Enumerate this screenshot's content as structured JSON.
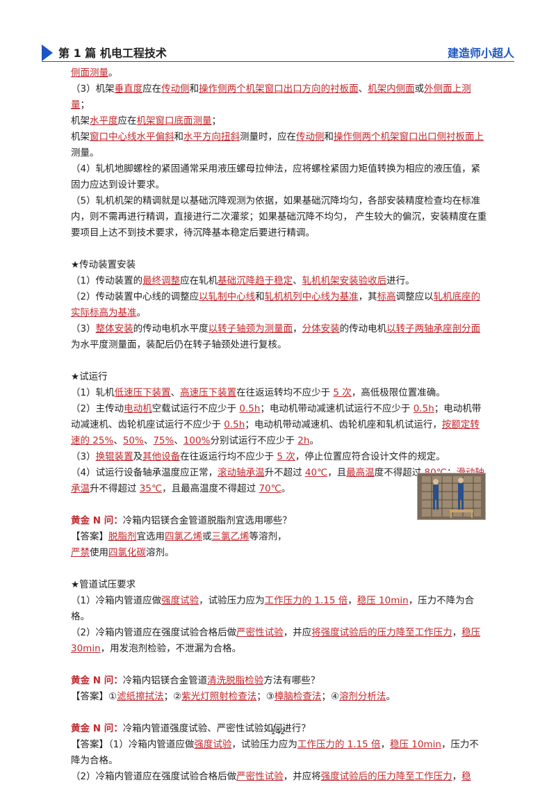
{
  "header": {
    "title": "第 1 篇  机电工程技术",
    "brand": "建造师小超人"
  },
  "blocks": [
    {
      "segs": [
        [
          "侧面测量",
          1
        ],
        [
          "。",
          0
        ]
      ]
    },
    {
      "segs": [
        [
          "（3）机架",
          0
        ],
        [
          "垂直度",
          1
        ],
        [
          "应在",
          0
        ],
        [
          "传动侧",
          1
        ],
        [
          "和",
          0
        ],
        [
          "操作侧两个机架窗口出口方向的衬板面",
          1
        ],
        [
          "、",
          0
        ],
        [
          "机架内侧面",
          1
        ],
        [
          "或",
          0
        ],
        [
          "外侧面上测量",
          1
        ],
        [
          "；",
          0
        ]
      ]
    },
    {
      "segs": [
        [
          "机架",
          0
        ],
        [
          "水平度",
          1
        ],
        [
          "应在",
          0
        ],
        [
          "机架窗口底面测量",
          1
        ],
        [
          "；",
          0
        ]
      ]
    },
    {
      "segs": [
        [
          "机架",
          0
        ],
        [
          "窗口中心线水平偏斜",
          1
        ],
        [
          "和",
          0
        ],
        [
          "水平方向扭斜",
          1
        ],
        [
          "测量时，应在",
          0
        ],
        [
          "传动侧",
          1
        ],
        [
          "和",
          0
        ],
        [
          "操作侧两个机架窗口出口侧衬板面上",
          1
        ],
        [
          "测量。",
          0
        ]
      ]
    },
    {
      "segs": [
        [
          "（4）轧机地脚螺栓的紧固通常采用液压螺母拉伸法，应将螺栓紧固力矩值转换为相应的液压值，紧固力应达到设计要求。",
          0
        ]
      ]
    },
    {
      "segs": [
        [
          "（5）轧机机架的精调就是以基础沉降观测为依据，如果基础沉降均匀，各部安装精度检查均在标准内，则不需再进行精调，直接进行二次灌浆；如果基础沉降不均匀，  产生较大的偏沉，安装精度在重要项目上达不到技术要求，待沉降基本稳定后要进行精调。",
          0
        ]
      ]
    },
    {
      "gap": true
    },
    {
      "segs": [
        [
          "★传动装置安装",
          0
        ]
      ]
    },
    {
      "segs": [
        [
          "（1）传动装置的",
          0
        ],
        [
          "最终调整",
          1
        ],
        [
          "应在轧机",
          0
        ],
        [
          "基础沉降趋于稳定",
          1
        ],
        [
          "、",
          0
        ],
        [
          "轧机机架安装验收后",
          1
        ],
        [
          "进行。",
          0
        ]
      ]
    },
    {
      "segs": [
        [
          "（2）传动装置中心线的调整应",
          0
        ],
        [
          "以轧制中心线",
          1
        ],
        [
          "和",
          0
        ],
        [
          "轧机机列中心线为基准",
          1
        ],
        [
          "，其",
          0
        ],
        [
          "标高",
          1
        ],
        [
          "调整应以",
          0
        ],
        [
          "轧机底座的实际标高为基准",
          1
        ],
        [
          "。",
          0
        ]
      ]
    },
    {
      "segs": [
        [
          "（3）",
          0
        ],
        [
          "整体安装",
          1
        ],
        [
          "的传动电机水平度",
          0
        ],
        [
          "以转子轴颈为测量面",
          1
        ],
        [
          "，",
          0
        ],
        [
          "分体安装",
          1
        ],
        [
          "的传动电机",
          0
        ],
        [
          "以转子两轴承座剖分面",
          1
        ],
        [
          "为水平度测量面，装配后仍在转子轴颈处进行复核。",
          0
        ]
      ]
    },
    {
      "gap": true
    },
    {
      "segs": [
        [
          "★试运行",
          0
        ]
      ]
    },
    {
      "segs": [
        [
          "（1）轧机",
          0
        ],
        [
          "低速压下装置",
          1
        ],
        [
          "、",
          0
        ],
        [
          "高速压下装置",
          1
        ],
        [
          "在往返运转均不应少于 ",
          0
        ],
        [
          "5 次",
          1
        ],
        [
          "，高低极限位置准确。",
          0
        ]
      ]
    },
    {
      "segs": [
        [
          "（2）主传动",
          0
        ],
        [
          "电动机",
          1
        ],
        [
          "空载试运行不应少于 ",
          0
        ],
        [
          "0.5h",
          1
        ],
        [
          "；电动机带动减速机试运行不应少于 ",
          0
        ],
        [
          "0.5h",
          1
        ],
        [
          "；电动机带动减速机、齿轮机座试运行不应少于 ",
          0
        ],
        [
          "0.5h",
          1
        ],
        [
          "；电动机带动减速机、齿轮机座和轧机试运行，",
          0
        ],
        [
          "按额定转速的 25%",
          1
        ],
        [
          "、",
          0
        ],
        [
          "50%",
          1
        ],
        [
          "、",
          0
        ],
        [
          "75%",
          1
        ],
        [
          "、",
          0
        ],
        [
          "100%",
          1
        ],
        [
          "分别试运行不应少于 ",
          0
        ],
        [
          "2h",
          1
        ],
        [
          "。",
          0
        ]
      ]
    },
    {
      "segs": [
        [
          "（3）",
          0
        ],
        [
          "换辊装置",
          1
        ],
        [
          "及",
          0
        ],
        [
          "其他设备",
          1
        ],
        [
          "在往返运行均不应少于 ",
          0
        ],
        [
          "5 次",
          1
        ],
        [
          "，停止位置应符合设计文件的规定。",
          0
        ]
      ]
    },
    {
      "segs": [
        [
          "（4）试运行设备轴承温度应正常，",
          0
        ],
        [
          "滚动轴承温",
          1
        ],
        [
          "升不超过 ",
          0
        ],
        [
          "40℃",
          1
        ],
        [
          "，且",
          0
        ],
        [
          "最高温",
          1
        ],
        [
          "度不得超过 ",
          0
        ],
        [
          "80℃",
          1
        ],
        [
          "；",
          0
        ],
        [
          "滑动轴承温",
          1
        ],
        [
          "升不得超过 ",
          0
        ],
        [
          "35℃",
          1
        ],
        [
          "，且最高温度不得超过 ",
          0
        ],
        [
          "70℃",
          1
        ],
        [
          "。",
          0
        ]
      ]
    },
    {
      "gap": true
    },
    {
      "segs": [
        [
          "黄金 N 问：",
          2
        ],
        [
          "冷箱内铝镁合金管道脱脂剂宜选用哪些？",
          0
        ]
      ]
    },
    {
      "segs": [
        [
          "【答案】",
          0
        ],
        [
          "脱脂剂",
          1
        ],
        [
          "宜选用",
          0
        ],
        [
          "四氯乙烯",
          1
        ],
        [
          "或",
          0
        ],
        [
          "三氯乙烯",
          1
        ],
        [
          "等溶剂，",
          0
        ]
      ]
    },
    {
      "segs": [
        [
          "严禁",
          1
        ],
        [
          "使用",
          0
        ],
        [
          "四氯化碳",
          1
        ],
        [
          "溶剂。",
          0
        ]
      ]
    },
    {
      "gap": true
    },
    {
      "segs": [
        [
          "★管道试压要求",
          0
        ]
      ]
    },
    {
      "segs": [
        [
          "（1）冷箱内管道应做",
          0
        ],
        [
          "强度试验",
          1
        ],
        [
          "，试验压力应为",
          0
        ],
        [
          "工作压力的 1.15 倍",
          1
        ],
        [
          "，",
          0
        ],
        [
          "稳压 10min",
          1
        ],
        [
          "，压力不降为合格。",
          0
        ]
      ]
    },
    {
      "segs": [
        [
          "（2）冷箱内管道应在强度试验合格后做",
          0
        ],
        [
          "严密性试验",
          1
        ],
        [
          "，并应",
          0
        ],
        [
          "将强度试验后的压力降至工作压力",
          1
        ],
        [
          "，",
          0
        ],
        [
          "稳压 30min",
          1
        ],
        [
          "，用发泡剂检验，不泄漏为合格。",
          0
        ]
      ]
    },
    {
      "gap": true
    },
    {
      "segs": [
        [
          "黄金 N 问：",
          2
        ],
        [
          "冷箱内铝镁合金管道",
          0
        ],
        [
          "清洗脱脂检验",
          1
        ],
        [
          "方法有哪些？",
          0
        ]
      ]
    },
    {
      "segs": [
        [
          "【答案】①",
          0
        ],
        [
          "滤纸擦拭法",
          1
        ],
        [
          "；②",
          0
        ],
        [
          "紫光灯照射检查法",
          1
        ],
        [
          "；③",
          0
        ],
        [
          "樟脑检查法",
          1
        ],
        [
          "；④",
          0
        ],
        [
          "溶剂分析法",
          1
        ],
        [
          "。",
          0
        ]
      ]
    },
    {
      "gap": true
    },
    {
      "segs": [
        [
          "黄金 N 问：",
          2
        ],
        [
          "冷箱内管道强度试验、严密性试验如何进行？",
          0
        ]
      ]
    },
    {
      "segs": [
        [
          "【答案】（1）冷箱内管道应做",
          0
        ],
        [
          "强度试验",
          1
        ],
        [
          "，试验压力应为",
          0
        ],
        [
          "工作压力的 1.15 倍",
          1
        ],
        [
          "，",
          0
        ],
        [
          "稳压 10min",
          1
        ],
        [
          "，压力不降为合格。",
          0
        ]
      ]
    },
    {
      "segs": [
        [
          "（2）冷箱内管道应在强度试验合格后做",
          0
        ],
        [
          "严密性试验",
          1
        ],
        [
          "，并应将",
          0
        ],
        [
          "强度试验后的压力降至工作压力",
          1
        ],
        [
          "，",
          0
        ],
        [
          "稳",
          1
        ]
      ]
    }
  ],
  "page_number": "142",
  "colors": {
    "accent_blue": "#1a56c4",
    "highlight_red": "#c0282d"
  }
}
